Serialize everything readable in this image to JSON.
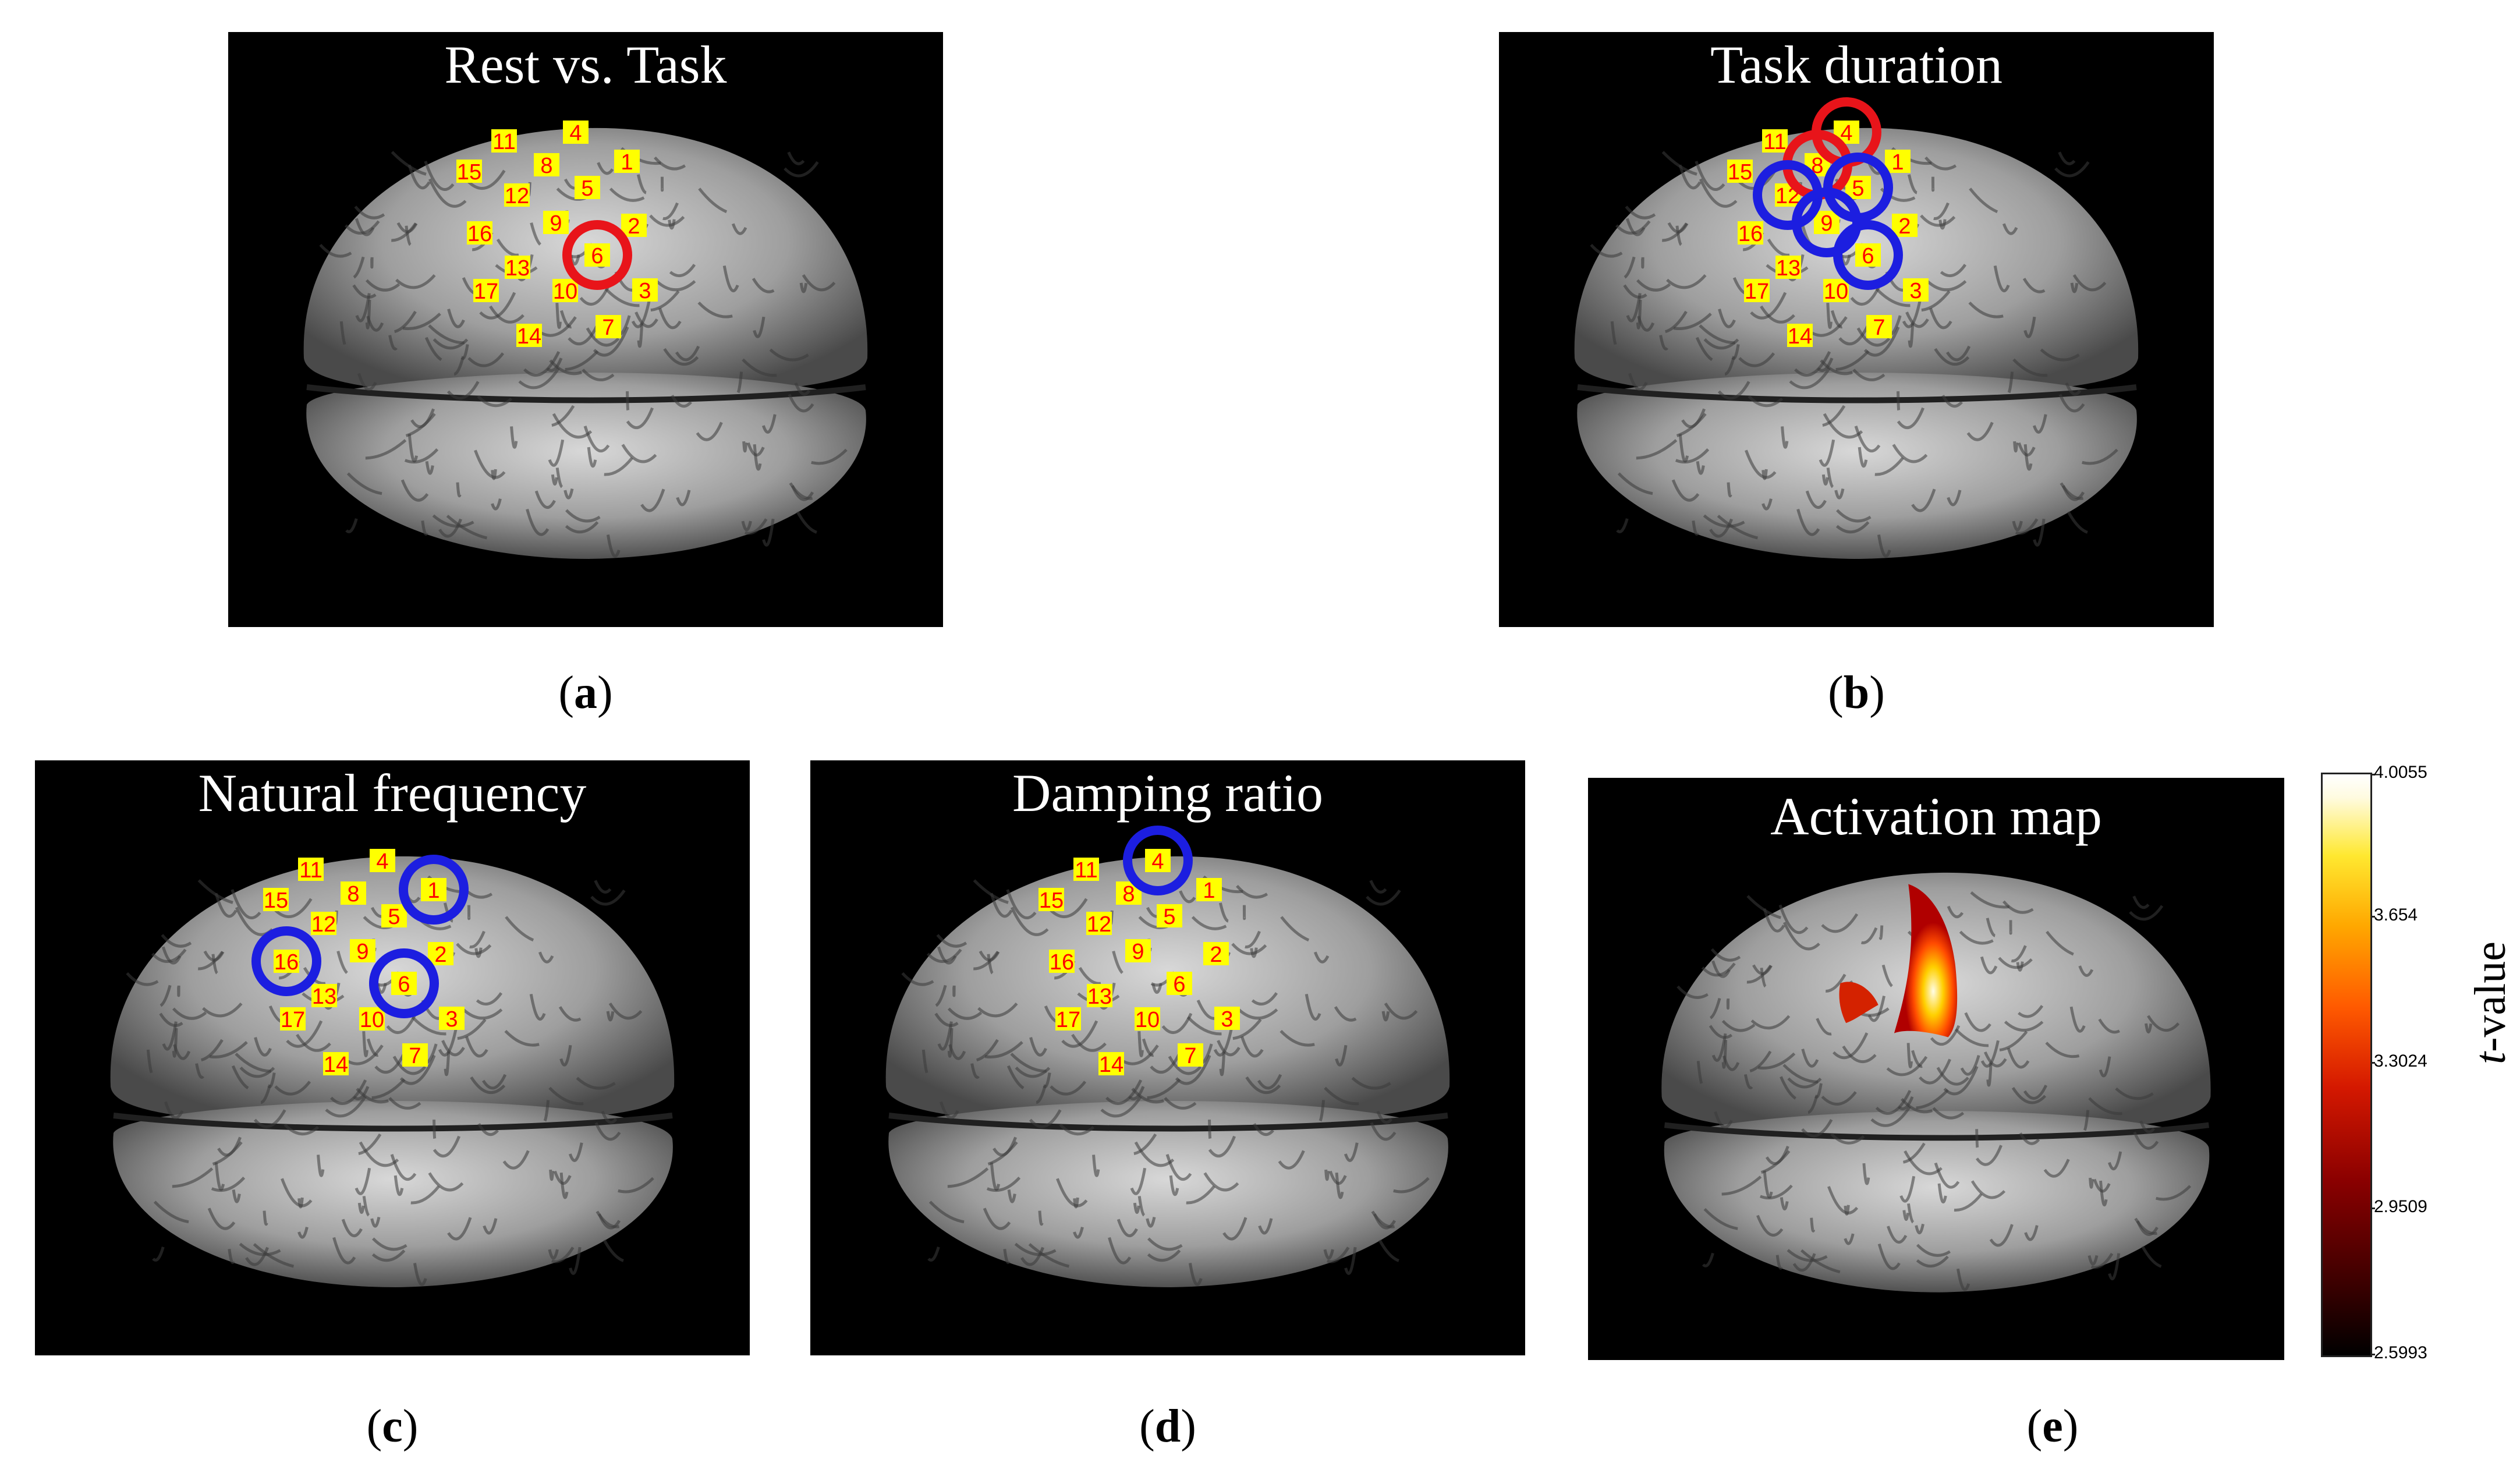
{
  "panels": [
    {
      "id": "a",
      "title": "Rest vs. Task",
      "caption_letter": "a"
    },
    {
      "id": "b",
      "title": "Task duration",
      "caption_letter": "b"
    },
    {
      "id": "c",
      "title": "Natural frequency",
      "caption_letter": "c"
    },
    {
      "id": "d",
      "title": "Damping ratio",
      "caption_letter": "d"
    },
    {
      "id": "e",
      "title": "Activation map",
      "caption_letter": "e"
    }
  ],
  "channels": [
    "1",
    "2",
    "3",
    "4",
    "5",
    "6",
    "7",
    "8",
    "9",
    "10",
    "11",
    "12",
    "13",
    "14",
    "15",
    "16",
    "17"
  ],
  "highlights": {
    "a": [
      {
        "channel": "6",
        "color": "red"
      }
    ],
    "b": [
      {
        "channel": "4",
        "color": "red"
      },
      {
        "channel": "8",
        "color": "red"
      },
      {
        "channel": "12",
        "color": "blue"
      },
      {
        "channel": "5",
        "color": "blue"
      },
      {
        "channel": "9",
        "color": "blue"
      },
      {
        "channel": "6",
        "color": "blue"
      }
    ],
    "c": [
      {
        "channel": "1",
        "color": "blue"
      },
      {
        "channel": "16",
        "color": "blue"
      },
      {
        "channel": "6",
        "color": "blue"
      }
    ],
    "d": [
      {
        "channel": "4",
        "color": "blue"
      }
    ]
  },
  "colors": {
    "red": "#e8141a",
    "blue": "#1c1ee0",
    "label_bg": "#ffff00",
    "label_text": "#ff0000"
  },
  "colorbar": {
    "label_italic": "t",
    "label_rest": "-value",
    "ticks": [
      "4.0055",
      "3.654",
      "3.3024",
      "2.9509",
      "2.5993"
    ]
  }
}
